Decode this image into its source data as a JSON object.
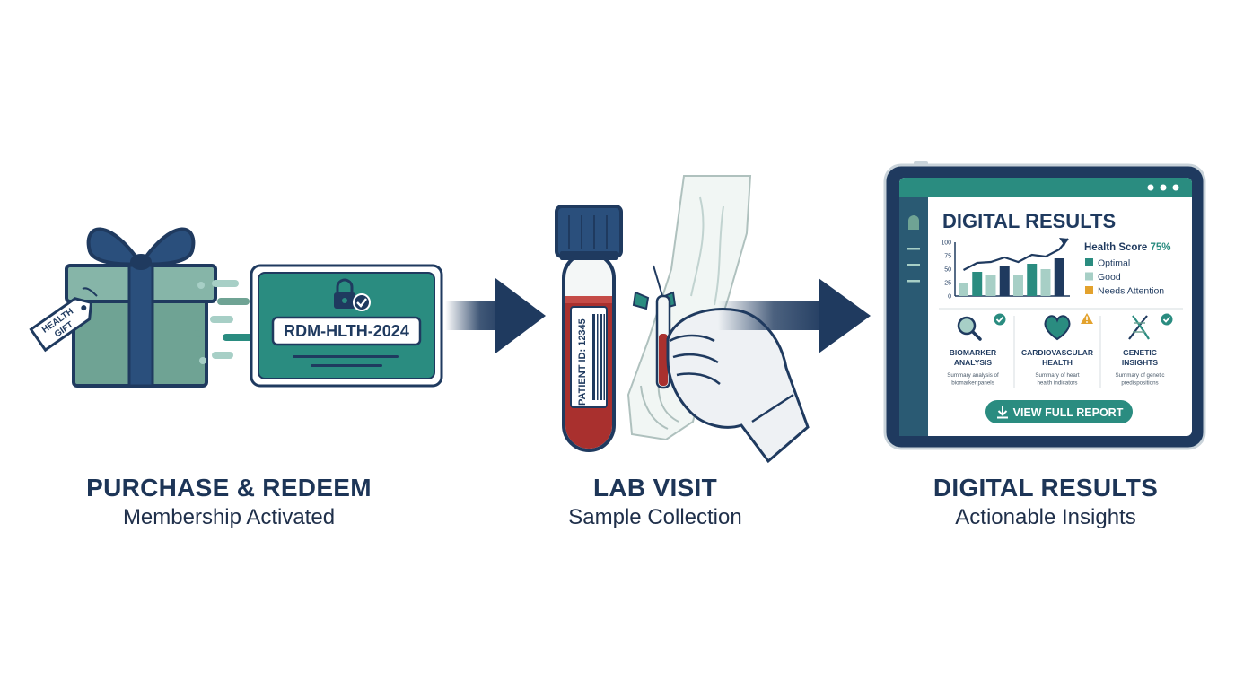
{
  "colors": {
    "navy": "#1f3a5f",
    "teal": "#2a8c80",
    "sage": "#6fa394",
    "light_teal": "#a7cfc6",
    "blood": "#a9302e",
    "warning": "#e3a22d"
  },
  "steps": [
    {
      "title": "PURCHASE & REDEEM",
      "subtitle": "Membership Activated",
      "gift_tag": [
        "HEALTH",
        "GIFT"
      ],
      "redeem_code": "RDM-HLTH-2024",
      "icons": [
        "gift-box-icon",
        "lock-icon",
        "check-icon"
      ]
    },
    {
      "title": "LAB VISIT",
      "subtitle": "Sample Collection",
      "tube_label": "PATIENT ID: 12345",
      "icons": [
        "blood-tube-icon",
        "syringe-icon",
        "gloved-hand-icon",
        "arm-icon"
      ]
    },
    {
      "title": "DIGITAL RESULTS",
      "subtitle": "Actionable Insights",
      "icons": [
        "tablet-icon"
      ]
    }
  ],
  "tablet": {
    "heading": "DIGITAL RESULTS",
    "score_label": "Health Score",
    "score_value": "75%",
    "y_ticks": [
      "100",
      "75",
      "50",
      "25",
      "0"
    ],
    "legend": [
      {
        "label": "Optimal",
        "color": "#2a8c80"
      },
      {
        "label": "Good",
        "color": "#a7cfc6"
      },
      {
        "label": "Needs Attention",
        "color": "#e3a22d"
      }
    ],
    "cards": [
      {
        "title_lines": [
          "BIOMARKER",
          "ANALYSIS"
        ],
        "desc_lines": [
          "Summary analysis of",
          "biomarker panels"
        ],
        "icon": "magnifier-icon",
        "status": "check"
      },
      {
        "title_lines": [
          "CARDIOVASCULAR",
          "HEALTH"
        ],
        "desc_lines": [
          "Summary of heart",
          "health indicators"
        ],
        "icon": "heart-icon",
        "status": "warning"
      },
      {
        "title_lines": [
          "GENETIC",
          "INSIGHTS"
        ],
        "desc_lines": [
          "Summary of genetic",
          "predispositions"
        ],
        "icon": "dna-icon",
        "status": "check"
      }
    ],
    "report_button": "VIEW FULL REPORT"
  },
  "chart_data": {
    "type": "bar",
    "values": [
      25,
      45,
      40,
      55,
      40,
      60,
      50,
      70
    ],
    "ylim": [
      0,
      100
    ],
    "trend": "up"
  }
}
